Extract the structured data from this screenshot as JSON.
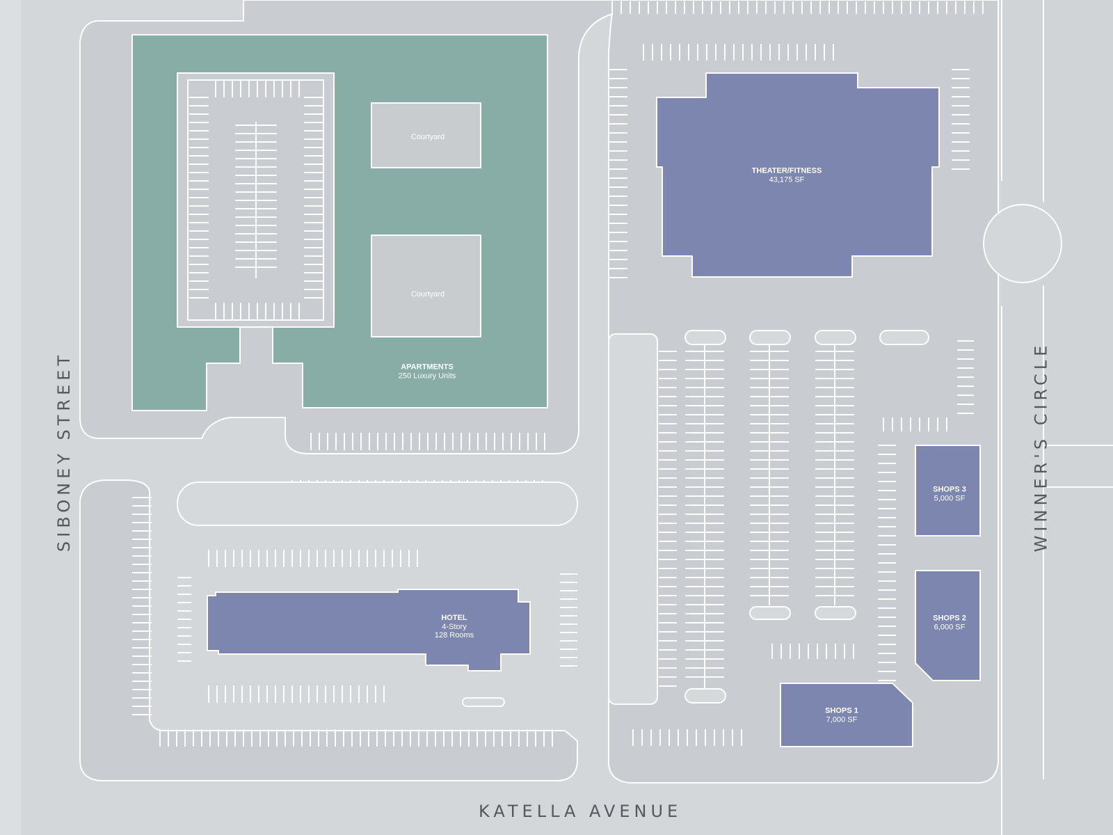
{
  "streets": {
    "west": "SIBONEY STREET",
    "south": "KATELLA AVENUE",
    "east": "WINNER'S CIRCLE"
  },
  "buildings": {
    "apartments": {
      "title": "APARTMENTS",
      "subtitle": "250 Luxury Units"
    },
    "courtyard_1": "Courtyard",
    "courtyard_2": "Courtyard",
    "theater": {
      "title": "THEATER/FITNESS",
      "subtitle": "43,175 SF"
    },
    "hotel": {
      "title": "HOTEL",
      "line2": "4-Story",
      "line3": "128 Rooms"
    },
    "shops3": {
      "title": "SHOPS 3",
      "subtitle": "5,000 SF"
    },
    "shops2": {
      "title": "SHOPS 2",
      "subtitle": "6,000 SF"
    },
    "shops1": {
      "title": "SHOPS 1",
      "subtitle": "7,000 SF"
    }
  },
  "colors": {
    "background": "#dcdfe1",
    "road": "#d0d4d7",
    "lot": "#c9cdd1",
    "residential": "#87ada6",
    "commercial": "#7d86ae",
    "courtyard": "#c8cccf",
    "line": "#ffffff"
  }
}
